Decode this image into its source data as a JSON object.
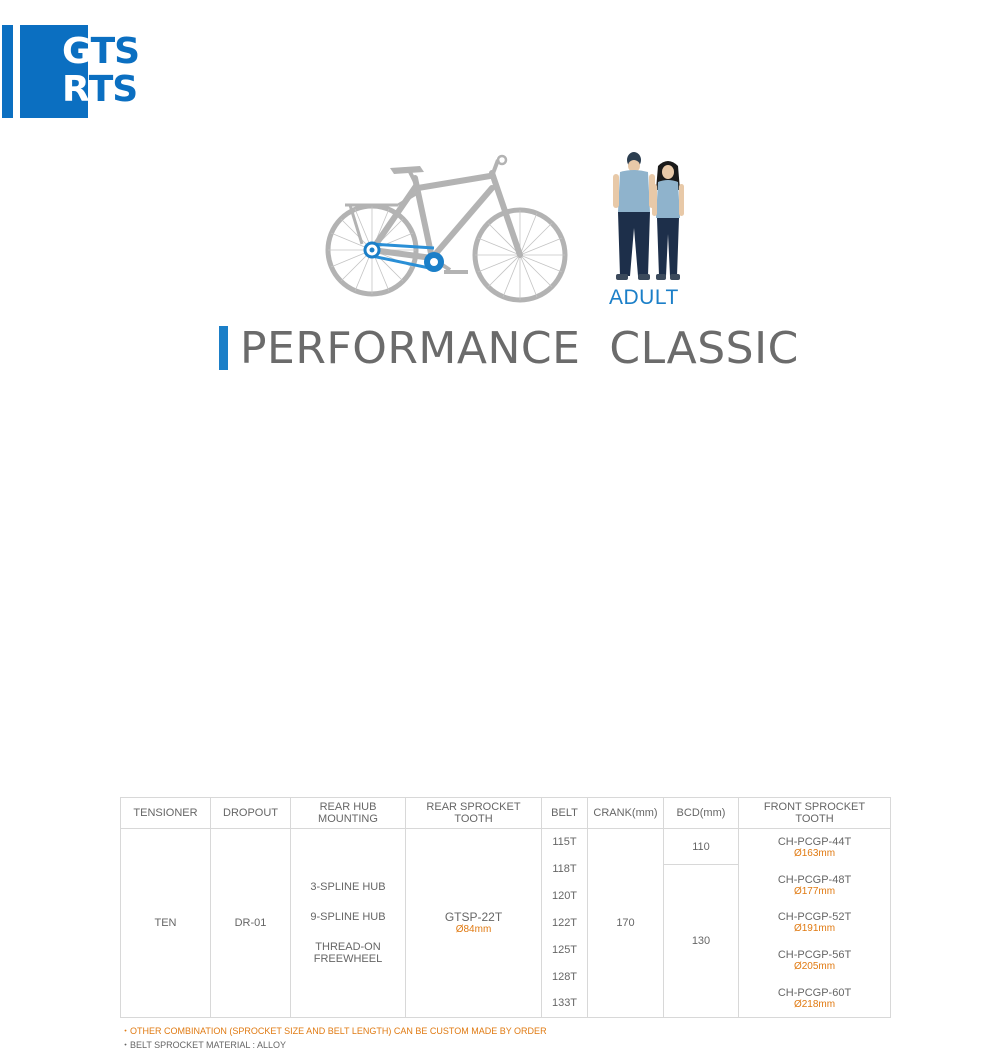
{
  "logo": {
    "line1_a": "G",
    "line1_b": "TS",
    "line2_a": "R",
    "line2_b": "TS"
  },
  "colors": {
    "brand_blue": "#0b6fc1",
    "accent_orange": "#e07a12",
    "title_gray": "#6b6b6b"
  },
  "illustration": {
    "label": "ADULT",
    "icons": [
      "bicycle-icon",
      "couple-figures-icon"
    ]
  },
  "title": "PERFORMANCE  CLASSIC",
  "table": {
    "headers": {
      "tensioner": "TENSIONER",
      "dropout": "DROPOUT",
      "rear_hub_mounting": "REAR HUB\nMOUNTING",
      "rear_sprocket_tooth": "REAR SPROCKET\nTOOTH",
      "belt": "BELT",
      "crank": "CRANK(mm)",
      "bcd": "BCD(mm)",
      "front_sprocket_tooth": "FRONT SPROCKET\nTOOTH"
    },
    "tensioner": "TEN",
    "dropout": "DR-01",
    "hub_mounting": [
      "3-SPLINE HUB",
      "9-SPLINE HUB",
      "THREAD-ON\nFREEWHEEL"
    ],
    "rear_sprocket": {
      "code": "GTSP-22T",
      "diameter": "Ø84mm"
    },
    "belts": [
      "115T",
      "118T",
      "120T",
      "122T",
      "125T",
      "128T",
      "133T"
    ],
    "crank": "170",
    "bcd": [
      "110",
      "130"
    ],
    "front_sprockets": [
      {
        "code": "CH-PCGP-44T",
        "diameter": "Ø163mm"
      },
      {
        "code": "CH-PCGP-48T",
        "diameter": "Ø177mm"
      },
      {
        "code": "CH-PCGP-52T",
        "diameter": "Ø191mm"
      },
      {
        "code": "CH-PCGP-56T",
        "diameter": "Ø205mm"
      },
      {
        "code": "CH-PCGP-60T",
        "diameter": "Ø218mm"
      }
    ]
  },
  "notes": [
    "・OTHER COMBINATION (SPROCKET SIZE AND BELT LENGTH) CAN BE CUSTOM MADE BY ORDER",
    "・BELT SPROCKET MATERIAL : ALLOY"
  ]
}
